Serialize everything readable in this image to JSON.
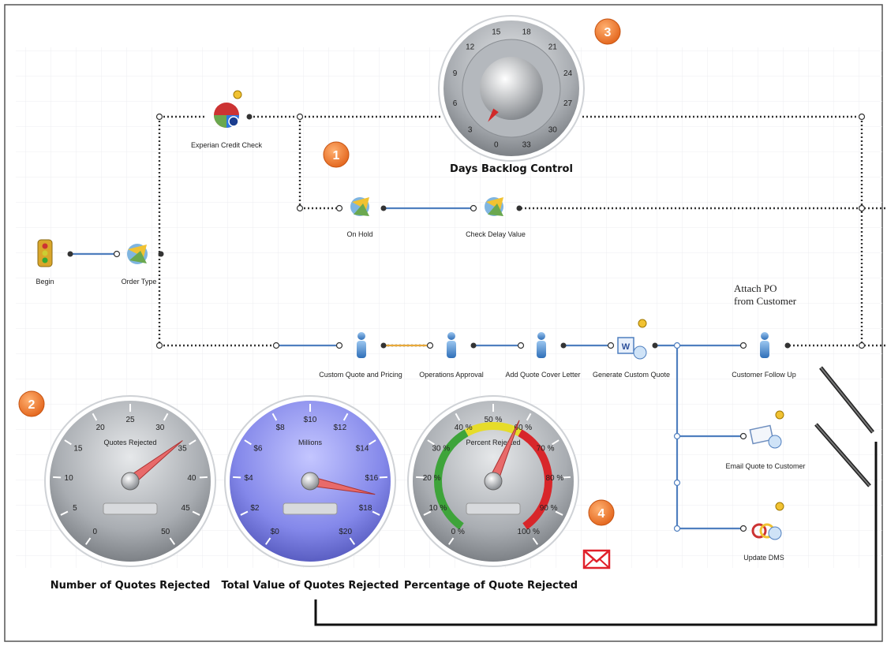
{
  "nodes": {
    "begin": "Begin",
    "order_type": "Order Type",
    "experian": "Experian Credit Check",
    "on_hold": "On Hold",
    "check_delay": "Check Delay Value",
    "custom_quote": "Custom Quote and Pricing",
    "ops_approval": "Operations Approval",
    "cover_letter": "Add Quote Cover Letter",
    "generate_quote": "Generate Custom Quote",
    "customer_follow": "Customer Follow Up",
    "email_quote": "Email Quote to Customer",
    "update_dms": "Update DMS"
  },
  "annotation": {
    "line1": "Attach PO",
    "line2": "from Customer"
  },
  "markers": [
    "1",
    "2",
    "3",
    "4"
  ],
  "dashboards": {
    "backlog": {
      "title": "Days Backlog Control",
      "ticks": [
        "0",
        "3",
        "6",
        "9",
        "12",
        "15",
        "18",
        "21",
        "24",
        "27",
        "30",
        "33"
      ],
      "value": 2
    },
    "quotes": {
      "title": "Number of Quotes Rejected",
      "inner_label": "Quotes Rejected",
      "ticks": [
        "0",
        "5",
        "10",
        "15",
        "20",
        "25",
        "30",
        "35",
        "40",
        "45",
        "50"
      ],
      "value": 34
    },
    "value": {
      "title": "Total Value of Quotes Rejected",
      "inner_label": "Millions",
      "ticks": [
        "$0",
        "$2",
        "$4",
        "$6",
        "$8",
        "$10",
        "$12",
        "$14",
        "$16",
        "$18",
        "$20"
      ],
      "value": 17
    },
    "percent": {
      "title": "Percentage of Quote Rejected",
      "inner_label": "Percent Rejected",
      "ticks": [
        "0 %",
        "10 %",
        "20 %",
        "30 %",
        "40 %",
        "50 %",
        "60 %",
        "70 %",
        "80 %",
        "90 %",
        "100 %"
      ],
      "value": 58
    }
  },
  "colors": {
    "dotted_line": "#333333",
    "flow_line": "#4f7fbf",
    "link_line": "#e8a93a",
    "marker": "#f07b22",
    "value_gauge": "#7b7fe0",
    "gauge_gray": "#9fa3a8",
    "mail_red": "#e0202a"
  }
}
